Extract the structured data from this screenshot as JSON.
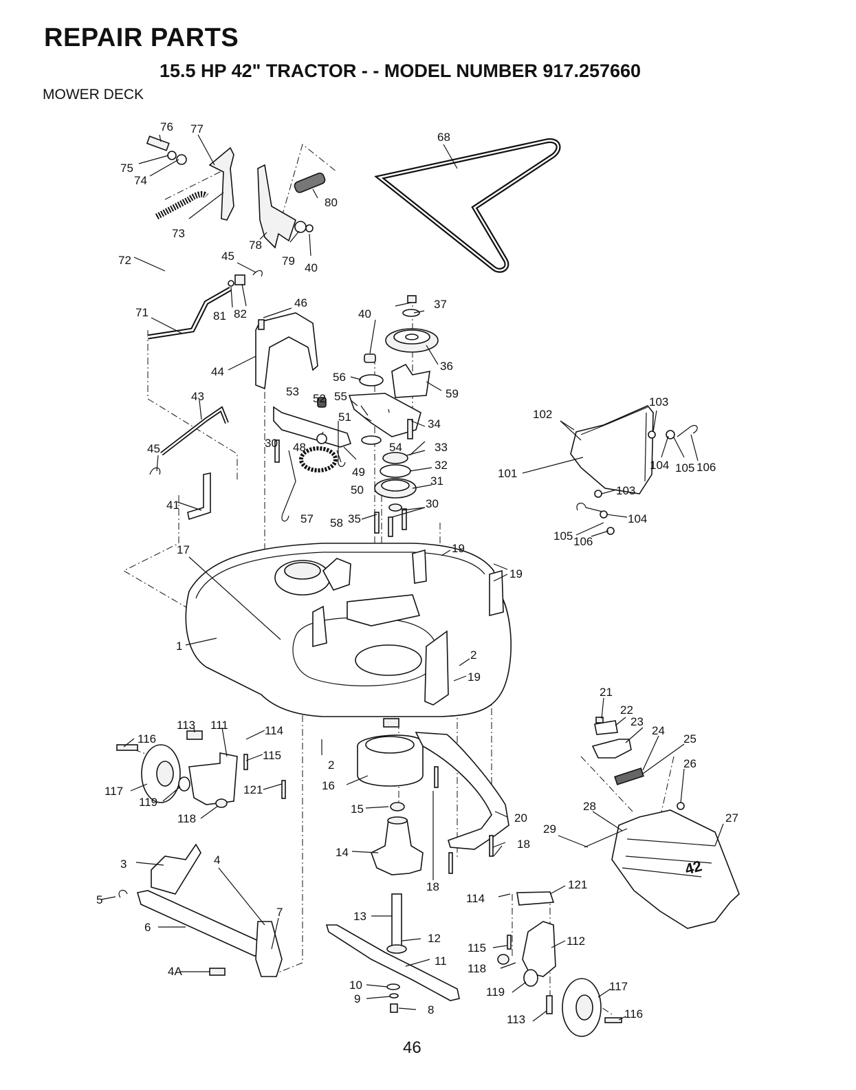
{
  "header": {
    "title": "REPAIR PARTS",
    "subtitle": "15.5 HP 42\" TRACTOR - - MODEL NUMBER 917.257660",
    "section": "MOWER DECK"
  },
  "page_number": "46",
  "labels": {
    "p1": "1",
    "p2": "2",
    "p2b": "2",
    "p3": "3",
    "p4": "4",
    "p4A": "4A",
    "p5": "5",
    "p6": "6",
    "p7": "7",
    "p8": "8",
    "p9": "9",
    "p10": "10",
    "p11": "11",
    "p12": "12",
    "p13": "13",
    "p14": "14",
    "p15": "15",
    "p16": "16",
    "p17": "17",
    "p18a": "18",
    "p18b": "18",
    "p19a": "19",
    "p19b": "19",
    "p19c": "19",
    "p20": "20",
    "p21": "21",
    "p22": "22",
    "p23": "23",
    "p24": "24",
    "p25": "25",
    "p26": "26",
    "p27": "27",
    "p28": "28",
    "p29": "29",
    "p30a": "30",
    "p30b": "30",
    "p31": "31",
    "p32": "32",
    "p33": "33",
    "p34": "34",
    "p35": "35",
    "p36": "36",
    "p37": "37",
    "p40a": "40",
    "p40b": "40",
    "p41": "41",
    "p43": "43",
    "p44": "44",
    "p45a": "45",
    "p45b": "45",
    "p46": "46",
    "p48": "48",
    "p49": "49",
    "p50": "50",
    "p51": "51",
    "p52": "52",
    "p53": "53",
    "p54": "54",
    "p55": "55",
    "p56": "56",
    "p57": "57",
    "p58": "58",
    "p59": "59",
    "p68": "68",
    "p71": "71",
    "p72": "72",
    "p73": "73",
    "p74": "74",
    "p75": "75",
    "p76": "76",
    "p77": "77",
    "p78": "78",
    "p79": "79",
    "p80": "80",
    "p81": "81",
    "p82": "82",
    "p101": "101",
    "p102": "102",
    "p103a": "103",
    "p103b": "103",
    "p104a": "104",
    "p104b": "104",
    "p105a": "105",
    "p105b": "105",
    "p106a": "106",
    "p106b": "106",
    "p111": "111",
    "p112": "112",
    "p113a": "113",
    "p113b": "113",
    "p114a": "114",
    "p114b": "114",
    "p115a": "115",
    "p115b": "115",
    "p116a": "116",
    "p116b": "116",
    "p117a": "117",
    "p117b": "117",
    "p118a": "118",
    "p118b": "118",
    "p119a": "119",
    "p119b": "119",
    "p121a": "121",
    "p121b": "121"
  },
  "shield_marking": "42"
}
